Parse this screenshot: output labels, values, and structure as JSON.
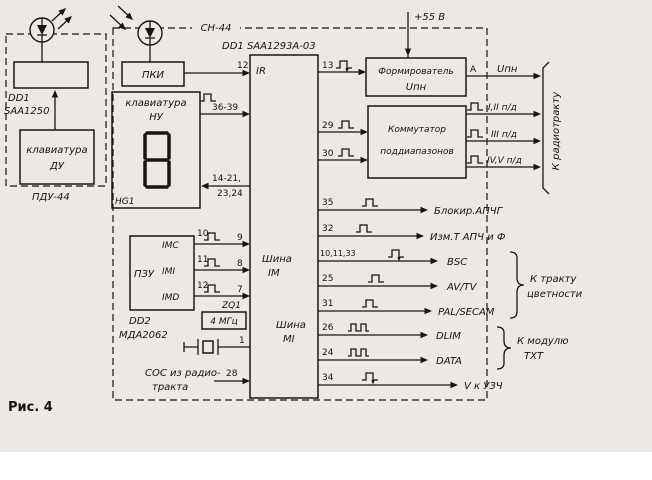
{
  "figure": {
    "caption": "Рис. 4"
  },
  "remote": {
    "name": "ПДУ-44",
    "ic_ref": "DD1",
    "ic_part": "SAA1250",
    "kbd1": "клавиатура",
    "kbd2": "ДУ"
  },
  "chassis": {
    "name": "CH-44",
    "pki": "ПКИ",
    "pki_pin": "12",
    "kbd1": "клавиатура",
    "kbd2": "НУ",
    "kbd_pins": "36-39",
    "disp_pins1": "14-21,",
    "disp_pins2": "23,24",
    "display_ref": "HG1",
    "cpu_label": "DD1 SAA1293A-03",
    "ir": "IR",
    "bus_im1": "Шина",
    "bus_im2": "IM",
    "bus_mi1": "Шина",
    "bus_mi2": "MI",
    "rom": "ПЗУ",
    "rom_ref1": "DD2",
    "rom_ref2": "МДА2062",
    "rom_signals": [
      {
        "name": "IMC",
        "pin_from": "10",
        "pin_to": "9"
      },
      {
        "name": "IMI",
        "pin_from": "11",
        "pin_to": "8"
      },
      {
        "name": "IMD",
        "pin_from": "12",
        "pin_to": "7"
      }
    ],
    "crystal_ref": "ZQ1",
    "crystal_freq": "4 МГц",
    "crystal_pin": "1",
    "soc1": "СОС из радио-",
    "soc2": "тракта",
    "soc_pin": "28"
  },
  "power": {
    "supply": "+55 В",
    "former1": "Формирователь",
    "former2": "Uпн",
    "pin": "13",
    "out_a": "A",
    "out_label": "Uпн"
  },
  "commutator": {
    "line1": "Коммутатор",
    "line2": "поддиапазонов",
    "pin1": "29",
    "pin2": "30",
    "bands": [
      "I,II п/д",
      "III п/д",
      "IV,V п/д"
    ]
  },
  "outputs": [
    {
      "pin": "35",
      "label": "Блокир.АПЧГ"
    },
    {
      "pin": "32",
      "label": "Изм.Т АПЧ и Ф"
    },
    {
      "pin": "10,11,33",
      "label": "BSC"
    },
    {
      "pin": "25",
      "label": "AV/TV"
    },
    {
      "pin": "31",
      "label": "PAL/SECAM"
    },
    {
      "pin": "26",
      "label": "DLIM"
    },
    {
      "pin": "24",
      "label": "DATA"
    },
    {
      "pin": "34",
      "label": "V к УЗЧ"
    }
  ],
  "groups": {
    "radio": "К радиотракту",
    "chroma1": "К тракту",
    "chroma2": "цветности",
    "txt1": "К модулю",
    "txt2": "ТХТ"
  }
}
